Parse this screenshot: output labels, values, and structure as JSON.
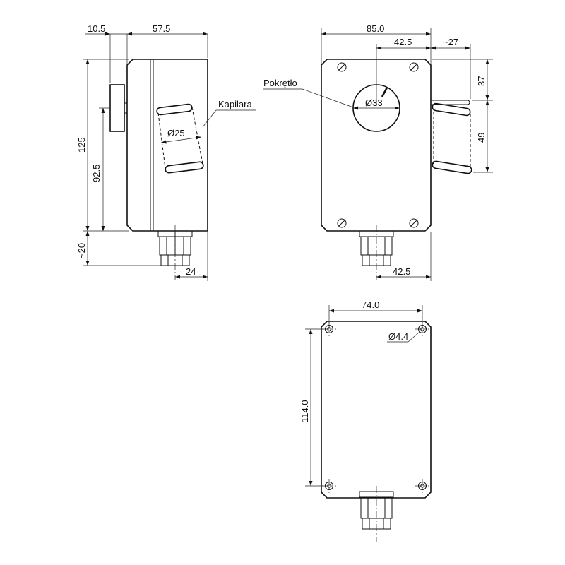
{
  "side_view": {
    "dim_knob_offset": "10.5",
    "dim_depth": "57.5",
    "dim_height": "125",
    "dim_axis_height": "92.5",
    "dim_gland_length": "~20",
    "dim_gland_offset": "24",
    "diameter_capillary": "Ø25",
    "label_capillary": "Kapilara"
  },
  "front_view": {
    "dim_width": "85.0",
    "dim_knob_offset": "42.5",
    "dim_capillary_length": "~27",
    "dim_capillary_top": "37",
    "dim_capillary_span": "49",
    "dim_gland_offset": "42.5",
    "diameter_knob": "Ø33",
    "label_knob": "Pokrętło"
  },
  "back_view": {
    "dim_hole_spacing_x": "74.0",
    "dim_hole_spacing_y": "114.0",
    "diameter_mount_hole": "Ø4.4"
  }
}
